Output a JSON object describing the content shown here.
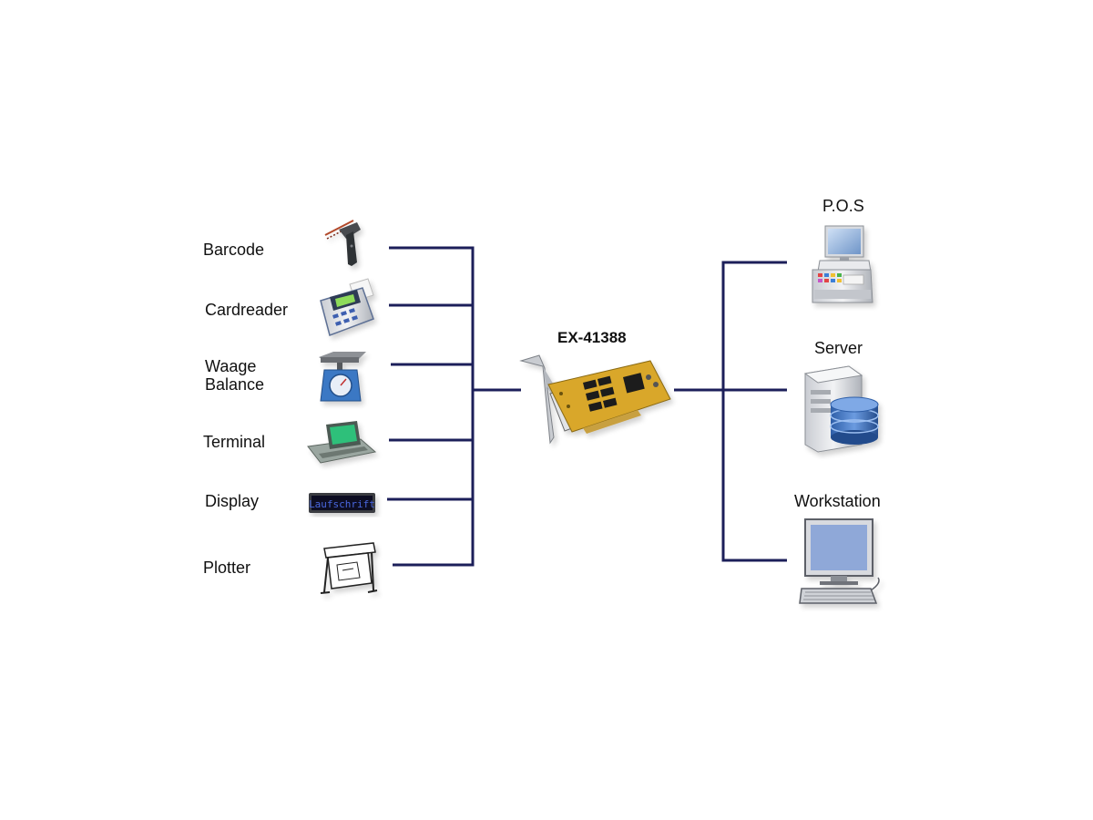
{
  "card": {
    "label": "EX-41388"
  },
  "left_devices": [
    {
      "label_lines": [
        "Barcode"
      ],
      "icon": "barcode-scanner-icon"
    },
    {
      "label_lines": [
        "Cardreader"
      ],
      "icon": "card-reader-icon"
    },
    {
      "label_lines": [
        "Waage",
        "Balance"
      ],
      "icon": "scale-icon"
    },
    {
      "label_lines": [
        "Terminal"
      ],
      "icon": "terminal-icon"
    },
    {
      "label_lines": [
        "Display"
      ],
      "icon": "led-display-icon"
    },
    {
      "label_lines": [
        "Plotter"
      ],
      "icon": "plotter-icon"
    }
  ],
  "right_devices": [
    {
      "label": "P.O.S",
      "icon": "pos-register-icon"
    },
    {
      "label": "Server",
      "icon": "server-database-icon"
    },
    {
      "label": "Workstation",
      "icon": "workstation-icon"
    }
  ],
  "display_text": "Laufschrift",
  "colors": {
    "line": "#1c1f5a",
    "pcb": "#d9a72a"
  }
}
